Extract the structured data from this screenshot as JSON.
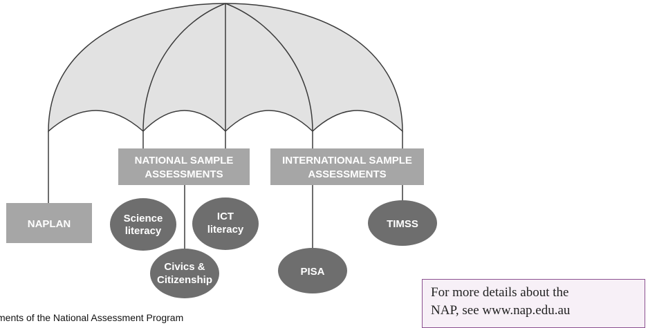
{
  "diagram": {
    "national_box": {
      "line1": "NATIONAL SAMPLE",
      "line2": "ASSESSMENTS"
    },
    "international_box": {
      "line1": "INTERNATIONAL SAMPLE",
      "line2": "ASSESSMENTS"
    },
    "naplan": "NAPLAN",
    "science": {
      "line1": "Science",
      "line2": "literacy"
    },
    "ict": {
      "line1": "ICT",
      "line2": "literacy"
    },
    "civics": {
      "line1": "Civics &",
      "line2": "Citizenship"
    },
    "pisa": "PISA",
    "timss": "TIMSS"
  },
  "note": {
    "line1": "For more details about the",
    "line2": "NAP, see www.nap.edu.au"
  },
  "caption": "ments of the National Assessment Program"
}
